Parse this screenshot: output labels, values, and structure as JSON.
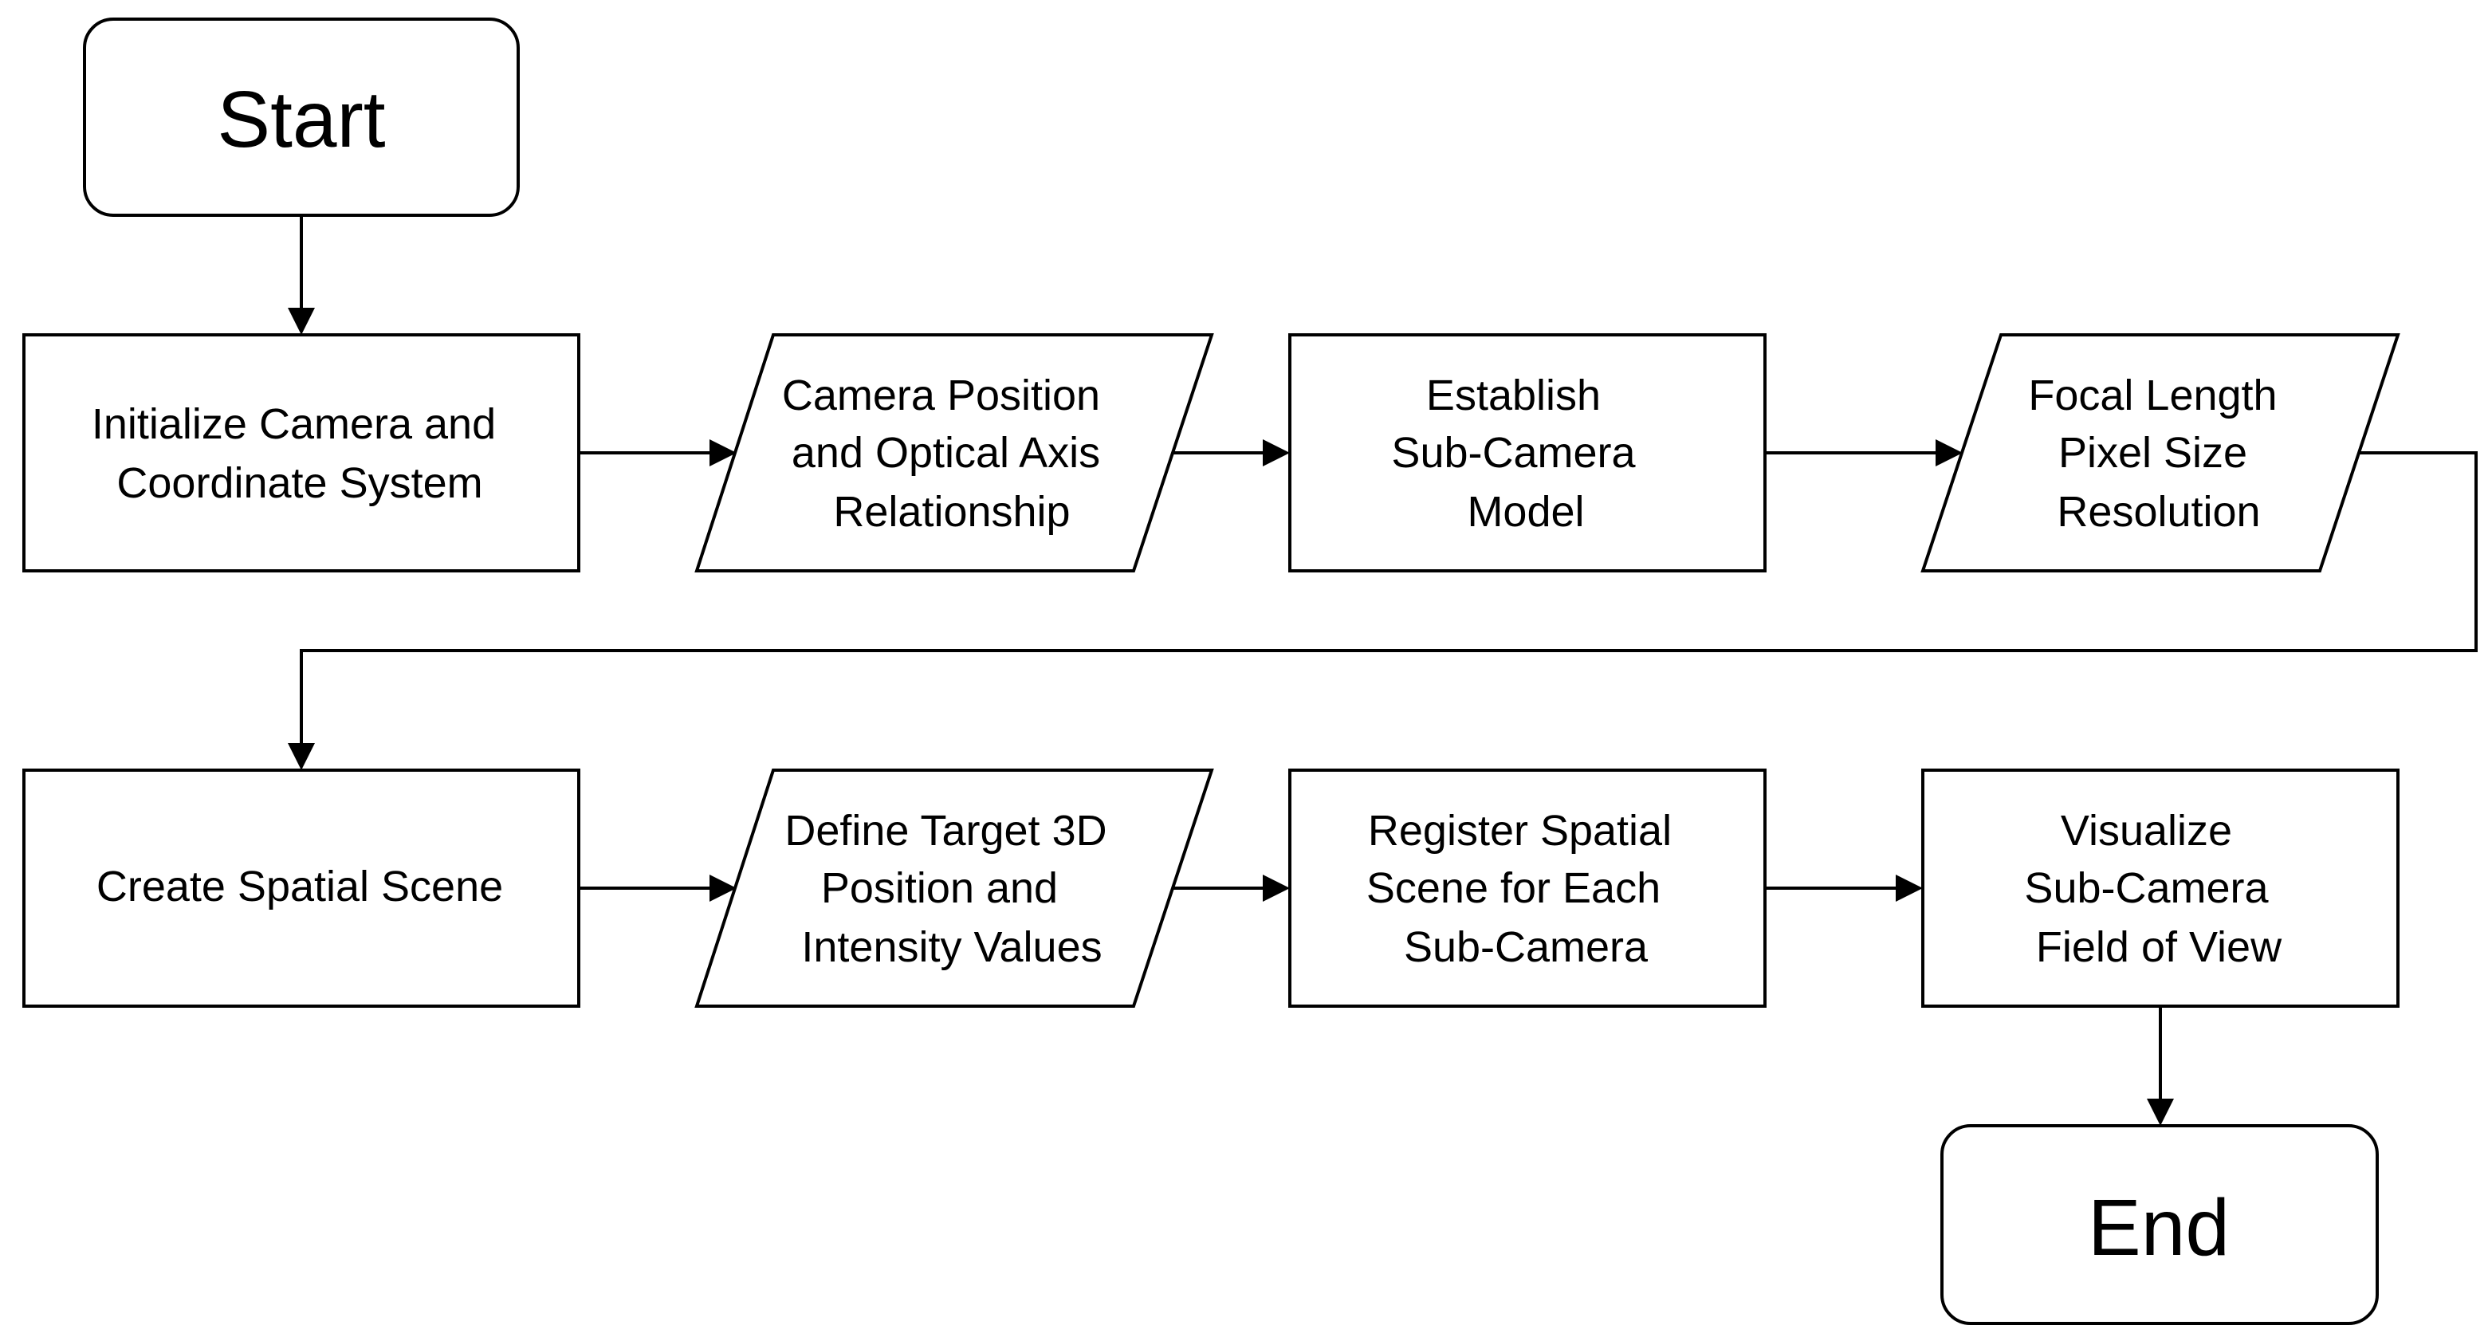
{
  "colors": {
    "stroke": "#000000",
    "fill": "#ffffff",
    "text": "#000000"
  },
  "nodes": {
    "start": {
      "lines": [
        "Start"
      ]
    },
    "init": {
      "lines": [
        "Initialize Camera and",
        "Coordinate System"
      ]
    },
    "camera_position": {
      "lines": [
        "Camera Position",
        "and Optical Axis",
        "Relationship"
      ]
    },
    "sub_camera_model": {
      "lines": [
        "Establish",
        "Sub-Camera",
        "Model"
      ]
    },
    "focal_length": {
      "lines": [
        "Focal Length",
        "Pixel Size",
        "Resolution"
      ]
    },
    "spatial_scene": {
      "lines": [
        "Create Spatial Scene"
      ]
    },
    "target_3d": {
      "lines": [
        "Define Target 3D",
        "Position and",
        "Intensity Values"
      ]
    },
    "register_scene": {
      "lines": [
        "Register Spatial",
        "Scene for Each",
        "Sub-Camera"
      ]
    },
    "visualize": {
      "lines": [
        "Visualize",
        "Sub-Camera",
        "Field of View"
      ]
    },
    "end": {
      "lines": [
        "End"
      ]
    }
  }
}
